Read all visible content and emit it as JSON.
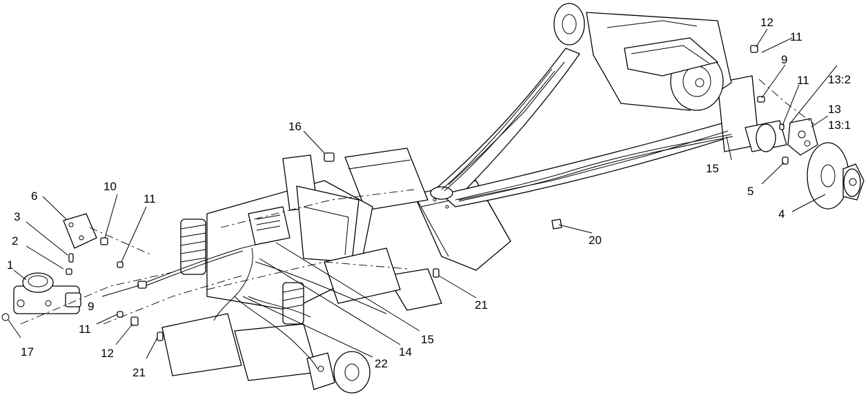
{
  "callouts": [
    {
      "id": "c1",
      "text": "1"
    },
    {
      "id": "c2",
      "text": "2"
    },
    {
      "id": "c3",
      "text": "3"
    },
    {
      "id": "c4",
      "text": "4"
    },
    {
      "id": "c5",
      "text": "5"
    },
    {
      "id": "c6",
      "text": "6"
    },
    {
      "id": "c9a",
      "text": "9"
    },
    {
      "id": "c9b",
      "text": "9"
    },
    {
      "id": "c10",
      "text": "10"
    },
    {
      "id": "c11a",
      "text": "11"
    },
    {
      "id": "c11b",
      "text": "11"
    },
    {
      "id": "c11c",
      "text": "11"
    },
    {
      "id": "c11d",
      "text": "11"
    },
    {
      "id": "c12a",
      "text": "12"
    },
    {
      "id": "c12b",
      "text": "12"
    },
    {
      "id": "c13",
      "text": "13"
    },
    {
      "id": "c13_1",
      "text": "13:1"
    },
    {
      "id": "c13_2",
      "text": "13:2"
    },
    {
      "id": "c14",
      "text": "14"
    },
    {
      "id": "c15a",
      "text": "15"
    },
    {
      "id": "c15b",
      "text": "15"
    },
    {
      "id": "c16",
      "text": "16"
    },
    {
      "id": "c17",
      "text": "17"
    },
    {
      "id": "c20",
      "text": "20"
    },
    {
      "id": "c21a",
      "text": "21"
    },
    {
      "id": "c21b",
      "text": "21"
    },
    {
      "id": "c22",
      "text": "22"
    }
  ]
}
